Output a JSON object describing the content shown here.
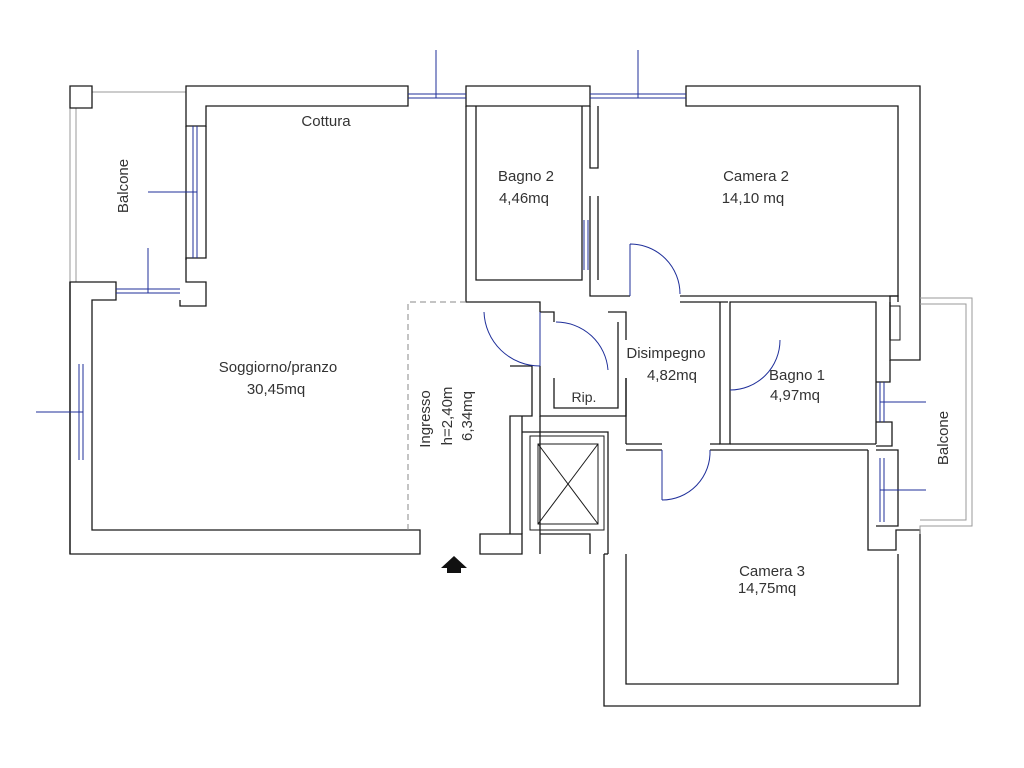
{
  "rooms": {
    "cottura": {
      "name": "Cottura"
    },
    "balcone_left": {
      "name": "Balcone"
    },
    "soggiorno": {
      "name": "Soggiorno/pranzo",
      "area": "30,45mq"
    },
    "ingresso": {
      "name": "Ingresso",
      "height": "h=2,40m",
      "area": "6,34mq"
    },
    "bagno2": {
      "name": "Bagno 2",
      "area": "4,46mq"
    },
    "camera2": {
      "name": "Camera 2",
      "area": "14,10 mq"
    },
    "disimpegno": {
      "name": "Disimpegno",
      "area": "4,82mq"
    },
    "ripostiglio": {
      "name": "Rip."
    },
    "bagno1": {
      "name": "Bagno 1",
      "area": "4,97mq"
    },
    "balcone_right": {
      "name": "Balcone"
    },
    "camera3": {
      "name": "Camera 3",
      "area": "14,75mq"
    }
  },
  "colors": {
    "wall": "#1a1a1a",
    "window": "#1f2f9a",
    "balcony": "#9a9a9a",
    "text": "#333333"
  },
  "icons": {
    "entrance": "entrance-arrow-icon",
    "elevator": "elevator-shaft-icon"
  }
}
